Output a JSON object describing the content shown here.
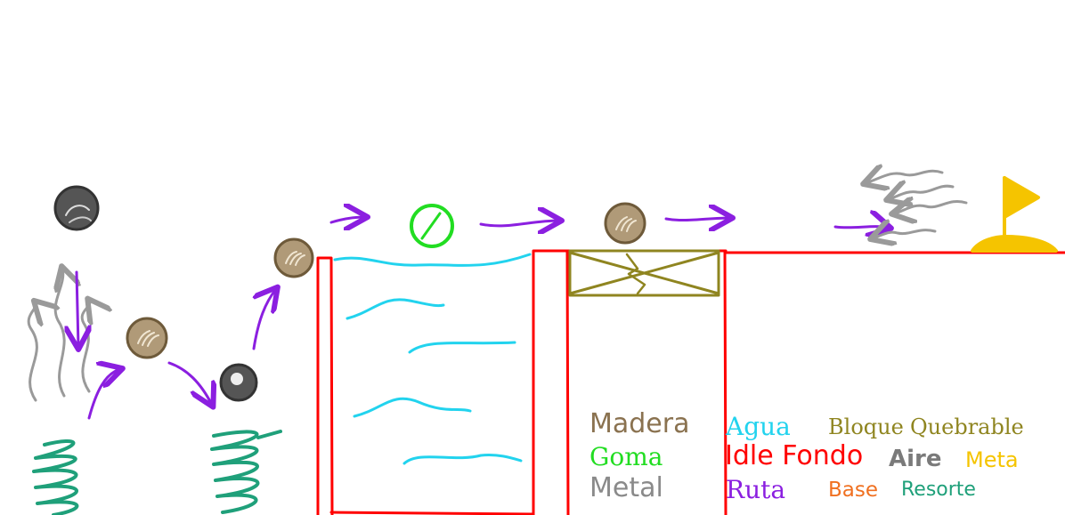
{
  "legend": {
    "madera": {
      "label": "Madera",
      "color": "#8a7250"
    },
    "agua": {
      "label": "Agua",
      "color": "#22d3ee"
    },
    "bloque_quebrable": {
      "label_part1": "Bloque",
      "label_part2": "Quebrable",
      "color": "#8f8520"
    },
    "goma": {
      "label": "Goma",
      "color": "#22dd22"
    },
    "idle_fondo": {
      "label": "Idle Fondo",
      "color": "#ff0000"
    },
    "aire": {
      "label": "Aire",
      "color": "#7a7a7a"
    },
    "meta": {
      "label": "Meta",
      "color": "#f5c400"
    },
    "metal": {
      "label": "Metal",
      "color": "#8a8a8a"
    },
    "ruta": {
      "label": "Ruta",
      "color": "#8b1fe0"
    },
    "base": {
      "label": "Base",
      "color": "#f07020"
    },
    "resorte": {
      "label": "Resorte",
      "color": "#1fa07a"
    }
  }
}
